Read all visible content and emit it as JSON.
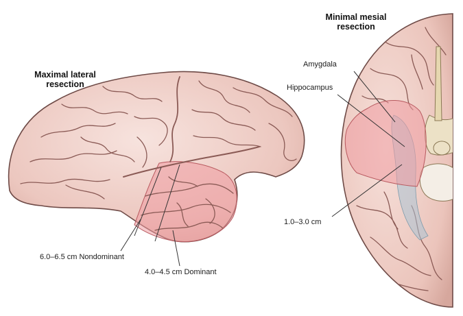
{
  "lateral_view": {
    "title_line1": "Maximal lateral",
    "title_line2": "resection",
    "label_nondominant": "6.0–6.5 cm Nondominant",
    "label_dominant": "4.0–4.5 cm Dominant"
  },
  "mesial_view": {
    "title_line1": "Minimal mesial",
    "title_line2": "resection",
    "label_amygdala": "Amygdala",
    "label_hippocampus": "Hippocampus",
    "label_extent": "1.0–3.0 cm"
  },
  "colors": {
    "brain_tissue": "#f1d2cc",
    "brain_outline": "#6e4a46",
    "gyrus_line": "#8a5a55",
    "resection_highlight": "#ee9aa0",
    "brainstem": "#ece1c6",
    "hippocampus_tint": "#a9c3d3"
  }
}
